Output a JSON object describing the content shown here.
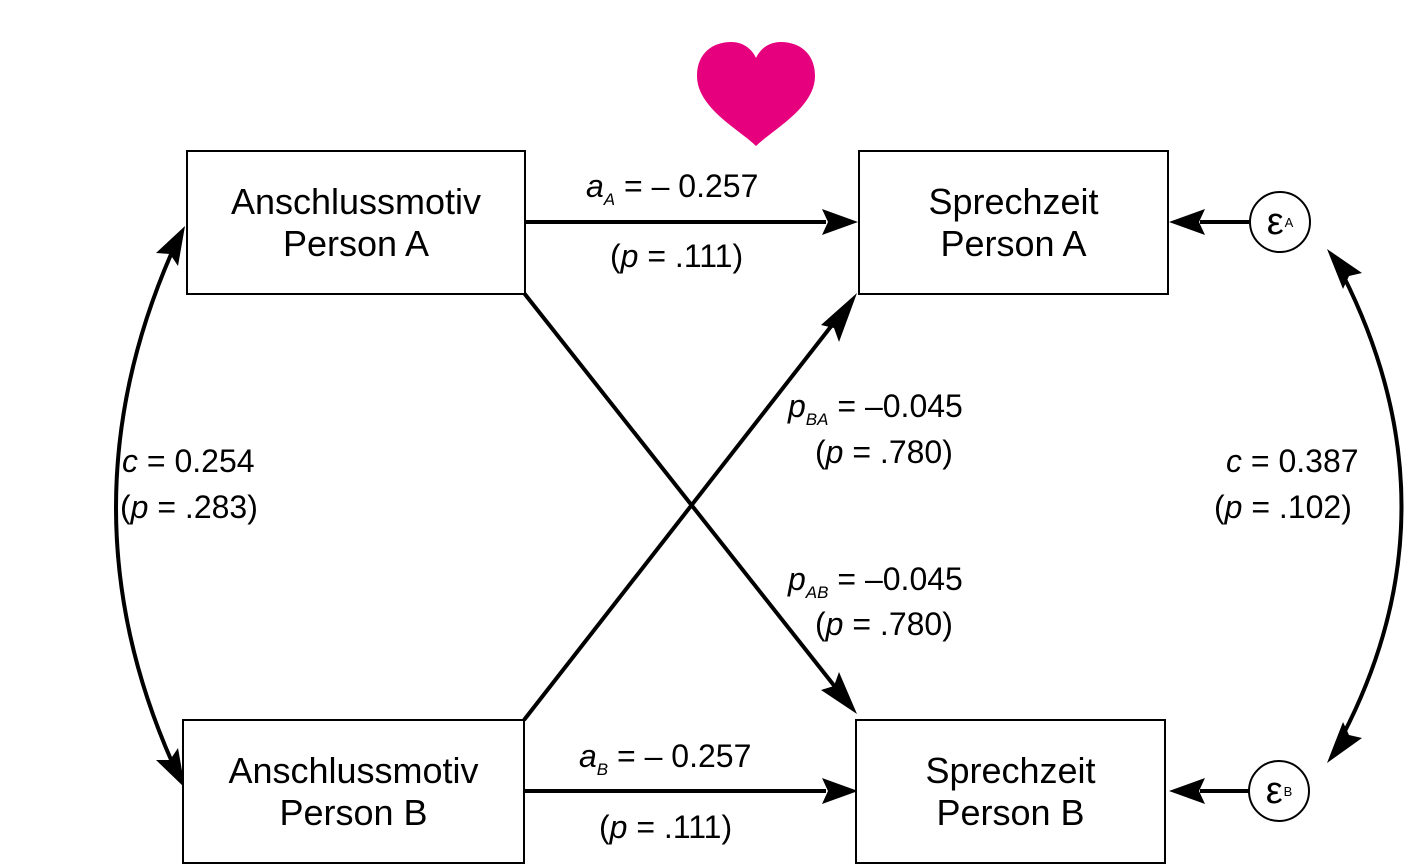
{
  "nodes": {
    "motive_a": {
      "line1": "Anschlussmotiv",
      "line2": "Person A"
    },
    "motive_b": {
      "line1": "Anschlussmotiv",
      "line2": "Person B"
    },
    "speech_a": {
      "line1": "Sprechzeit",
      "line2": "Person A"
    },
    "speech_b": {
      "line1": "Sprechzeit",
      "line2": "Person B"
    },
    "error_a": {
      "symbol": "ε",
      "sub": "A"
    },
    "error_b": {
      "symbol": "ε",
      "sub": "B"
    }
  },
  "edges": {
    "a_A": {
      "sym": "a",
      "sub": "A",
      "value": "= – 0.257",
      "p_pre": "(",
      "p_sym": "p",
      "p_val": " = .111)"
    },
    "a_B": {
      "sym": "a",
      "sub": "B",
      "value": "= – 0.257",
      "p_pre": "(",
      "p_sym": "p",
      "p_val": " = .111)"
    },
    "p_BA": {
      "sym": "p",
      "sub": "BA",
      "value": "= –0.045",
      "p_pre": "(",
      "p_sym": "p",
      "p_val": " = .780)"
    },
    "p_AB": {
      "sym": "p",
      "sub": "AB",
      "value": "= –0.045",
      "p_pre": "(",
      "p_sym": "p",
      "p_val": " = .780)"
    },
    "c_left": {
      "sym": "c",
      "value": " = 0.254",
      "p_pre": "(",
      "p_sym": "p",
      "p_val": " = .283)"
    },
    "c_right": {
      "sym": "c",
      "value": " = 0.387",
      "p_pre": "(",
      "p_sym": "p",
      "p_val": " = .102)"
    }
  },
  "colors": {
    "heart": "#e6007e",
    "stroke": "#000000"
  },
  "icons": {
    "heart": "heart-icon"
  }
}
